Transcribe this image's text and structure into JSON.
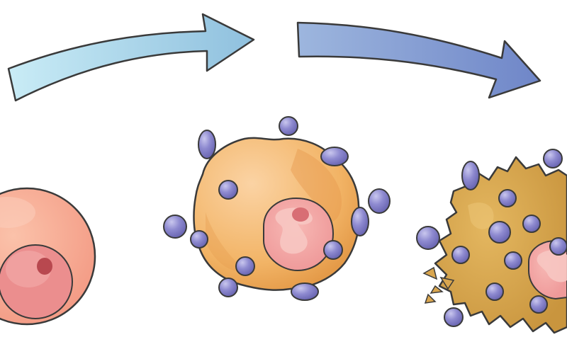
{
  "diagram": {
    "stages": [
      {
        "id": "healthy",
        "icon": "healthy-cell-icon",
        "cell_color": "#f5a48a",
        "nucleus_color": "#eb8e8e",
        "nucleolus_color": "#b8484f"
      },
      {
        "id": "attacked",
        "icon": "particle-covered-cell-icon",
        "cell_color": "#f2b466",
        "nucleus_color": "#f3a3a3",
        "nucleolus_color": "#d86e74"
      },
      {
        "id": "damaged",
        "icon": "damaged-cell-icon",
        "cell_color": "#d9a64f",
        "nucleus_color": "#f3a3a3",
        "nucleolus_color": "#d86e74"
      }
    ],
    "arrows": [
      {
        "id": "arrow-1",
        "icon": "right-arrow-icon",
        "color_start": "#c9ecf6",
        "color_end": "#8fc0de"
      },
      {
        "id": "arrow-2",
        "icon": "right-arrow-icon",
        "color_start": "#9db6de",
        "color_end": "#6f86c8"
      }
    ],
    "particle_color": "#8a86c9",
    "outline_color": "#3a3a3a"
  }
}
